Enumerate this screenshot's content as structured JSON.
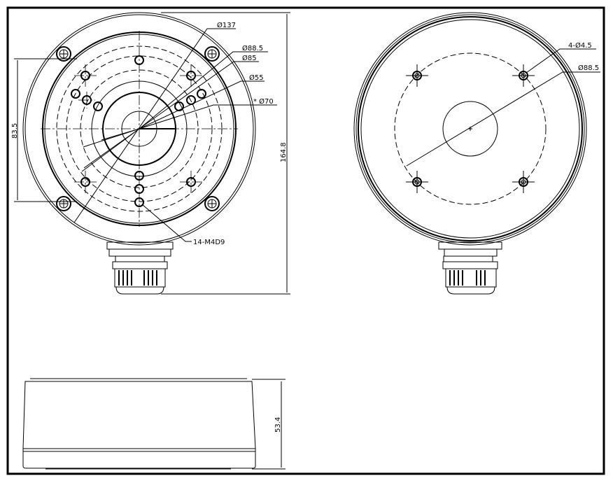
{
  "drawing": {
    "front_view": {
      "dimensions": [
        "Ø137",
        "Ø88.5",
        "Ø85",
        "Ø55",
        "* Ø70",
        "14-M4D9",
        "83.5",
        "164.8"
      ]
    },
    "back_view": {
      "dimensions": [
        "4-Ø4.5",
        "Ø88.5"
      ]
    },
    "side_view": {
      "dimensions": [
        "53.4"
      ]
    }
  }
}
